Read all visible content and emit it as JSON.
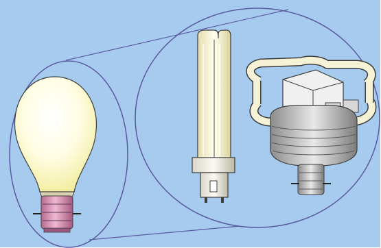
{
  "illustration": {
    "background_color": "#a7cbef",
    "outline_color": "#5a5aa0",
    "items": [
      {
        "kind": "incandescent-bulb",
        "icon": "incandescent-bulb-icon"
      },
      {
        "kind": "compact-fluorescent-tube",
        "icon": "compact-fluorescent-tube-icon"
      },
      {
        "kind": "2d-fluorescent-lamp",
        "icon": "2d-fluorescent-lamp-icon"
      }
    ],
    "colors": {
      "glass": "#fffcd8",
      "cap": "#d98bb0",
      "tube": "#f3f0cf",
      "plastic": "#e6e6e6",
      "fill_lines": "#7a5a7a"
    }
  }
}
